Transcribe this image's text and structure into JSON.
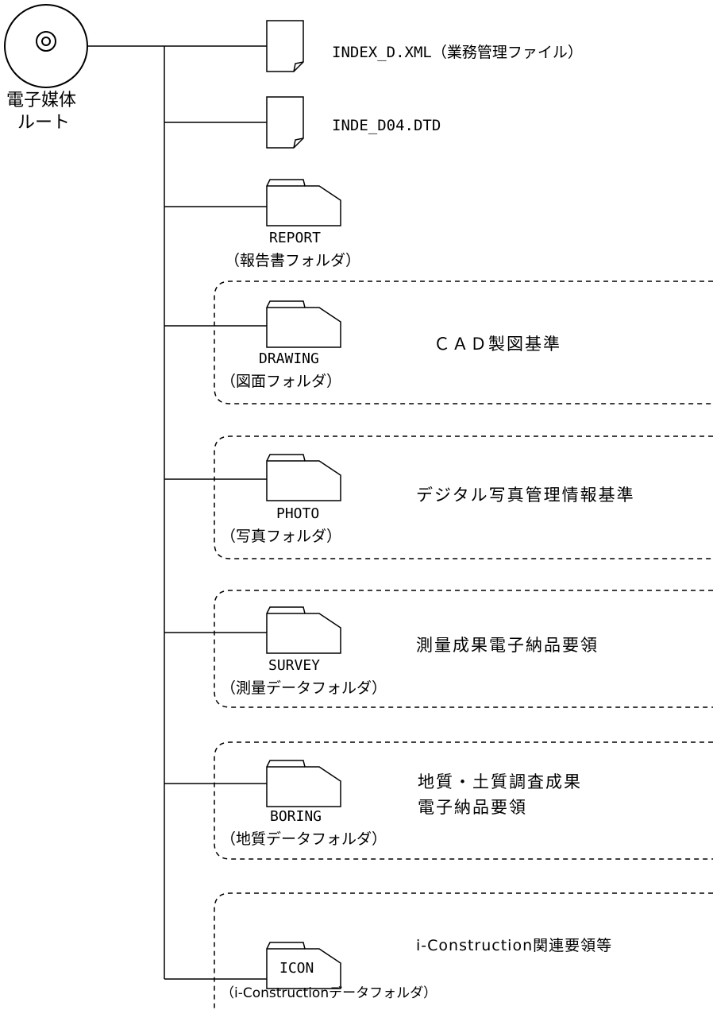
{
  "root": {
    "line1": "電子媒体",
    "line2": "ルート"
  },
  "files": [
    {
      "name": "INDEX_D.XML（業務管理ファイル）"
    },
    {
      "name": "INDE_D04.DTD"
    }
  ],
  "folders": [
    {
      "name": "REPORT",
      "desc": "（報告書フォルダ）",
      "standard": ""
    },
    {
      "name": "DRAWING",
      "desc": "（図面フォルダ）",
      "standard": "ＣＡＤ製図基準"
    },
    {
      "name": "PHOTO",
      "desc": "（写真フォルダ）",
      "standard": "デジタル写真管理情報基準"
    },
    {
      "name": "SURVEY",
      "desc": "（測量データフォルダ）",
      "standard": "測量成果電子納品要領"
    },
    {
      "name": "BORING",
      "desc": "（地質データフォルダ）",
      "standard_line1": "地質・土質調査成果",
      "standard_line2": "電子納品要領"
    },
    {
      "name": "ICON",
      "desc": "（i-Constructionデータフォルダ）",
      "standard": "i-Construction関連要領等"
    }
  ]
}
